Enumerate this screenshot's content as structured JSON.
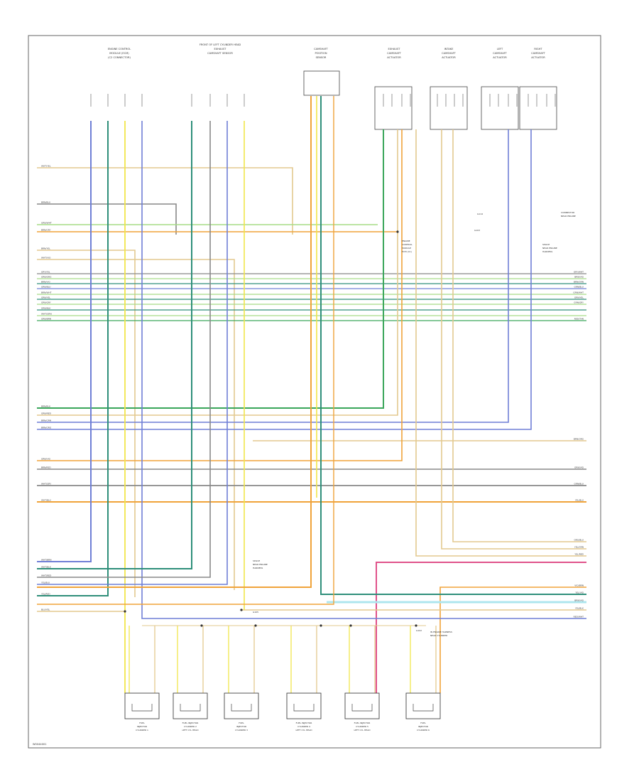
{
  "page_id": "W0044001",
  "header_components": [
    {
      "lines": [
        "ENGINE CONTROL",
        "MODULE (ECM)",
        "(C2 CONNECTOR)"
      ]
    },
    {
      "lines": [
        "FRONT OF LEFT CYLINDER HEAD",
        "EXHAUST",
        "CAMSHAFT SENSOR"
      ]
    },
    {
      "lines": [
        "CAMSHAFT",
        "POSITION",
        "SENSOR"
      ]
    },
    {
      "lines": [
        "EXHAUST",
        "CAMSHAFT",
        "ACTUATOR"
      ]
    },
    {
      "lines": [
        "INTAKE",
        "CAMSHAFT",
        "ACTUATOR"
      ]
    },
    {
      "lines": [
        "LEFT",
        "CAMSHAFT",
        "ACTUATOR"
      ]
    },
    {
      "lines": [
        "RIGHT",
        "CAMSHAFT",
        "ACTUATOR"
      ]
    }
  ],
  "injectors": [
    {
      "lines": [
        "FUEL",
        "INJECTOR",
        "CYLINDER 1"
      ]
    },
    {
      "lines": [
        "FUEL INJECTOR",
        "CYLINDER 2",
        "LEFT CYL HEAD"
      ]
    },
    {
      "lines": [
        "FUEL",
        "INJECTOR",
        "CYLINDER 3"
      ]
    },
    {
      "lines": [
        "FUEL INJECTOR",
        "CYLINDER 4",
        "LEFT CYL HEAD"
      ]
    },
    {
      "lines": [
        "FUEL INJECTOR",
        "CYLINDER 5",
        "LEFT CYL HEAD"
      ]
    },
    {
      "lines": [
        "FUEL",
        "INJECTOR",
        "CYLINDER 6"
      ]
    }
  ],
  "annotations": [
    {
      "lines": [
        "ENGINE",
        "CONTROL",
        "MODULE",
        "ECM (C1)"
      ]
    },
    {
      "lines": [
        "CONNECTOR",
        "NEAR ENGINE"
      ]
    },
    {
      "lines": [
        "SPLICE",
        "NEAR ENGINE",
        "HARNESS"
      ]
    },
    {
      "lines": [
        "SPLICE",
        "NEAR ENGINE",
        "HARNESS"
      ]
    },
    {
      "lines": [
        "IN ENGINE HARNESS",
        "NEAR CYLINDER"
      ]
    }
  ],
  "left_wire_labels": [
    "WHT/YEL",
    "BRN/BLU",
    "GRN/WHT",
    "BRN/GRY",
    "BRN/YEL",
    "WHT/VIO",
    "GRY/YEL",
    "GRN/ORG",
    "BRN/VIO",
    "GRN/BLU",
    "BRN/WHT",
    "GRN/YEL",
    "GRN/GRY",
    "GRN/BLK",
    "WHT/GRN",
    "GRN/BRN",
    "BRN/BLK",
    "GRN/RED",
    "BRN/GRN",
    "BRN/ORG",
    "GRN/VIO",
    "BRN/RED",
    "WHT/GRY",
    "WHT/BLU",
    "WHT/BRN",
    "WHT/BLK",
    "WHT/RED",
    "YEL/BLU",
    "YEL/RED",
    "BLU/YEL"
  ],
  "right_wire_labels": [
    "GRY/WHT",
    "BRN/VIO",
    "BRN/GRN",
    "GRN/BLU",
    "GRN/WHT",
    "GRN/YEL",
    "GRN/GRY",
    "RED/TAN",
    "BRN/ORG",
    "GRN/VIO",
    "GRN/BLU",
    "YEL/BLU",
    "ORG/BLU",
    "YEL/GRN",
    "YEL/RED",
    "VIO/BRN",
    "YEL/VIO",
    "BRN/VIO",
    "YEL/BLK",
    "RED/WHT"
  ],
  "small_tags": [
    "G114",
    "G103",
    "G102",
    "G105"
  ],
  "colors": {
    "yellow": "#f2e64a",
    "orange": "#f0a33a",
    "tan": "#e3c98f",
    "green": "#3aa65a",
    "teal": "#2f8f7a",
    "blue": "#6f7fd6",
    "gray": "#888888",
    "pink": "#e0528a",
    "lightgreen": "#a6dc86",
    "cyan": "#aee6ee"
  }
}
